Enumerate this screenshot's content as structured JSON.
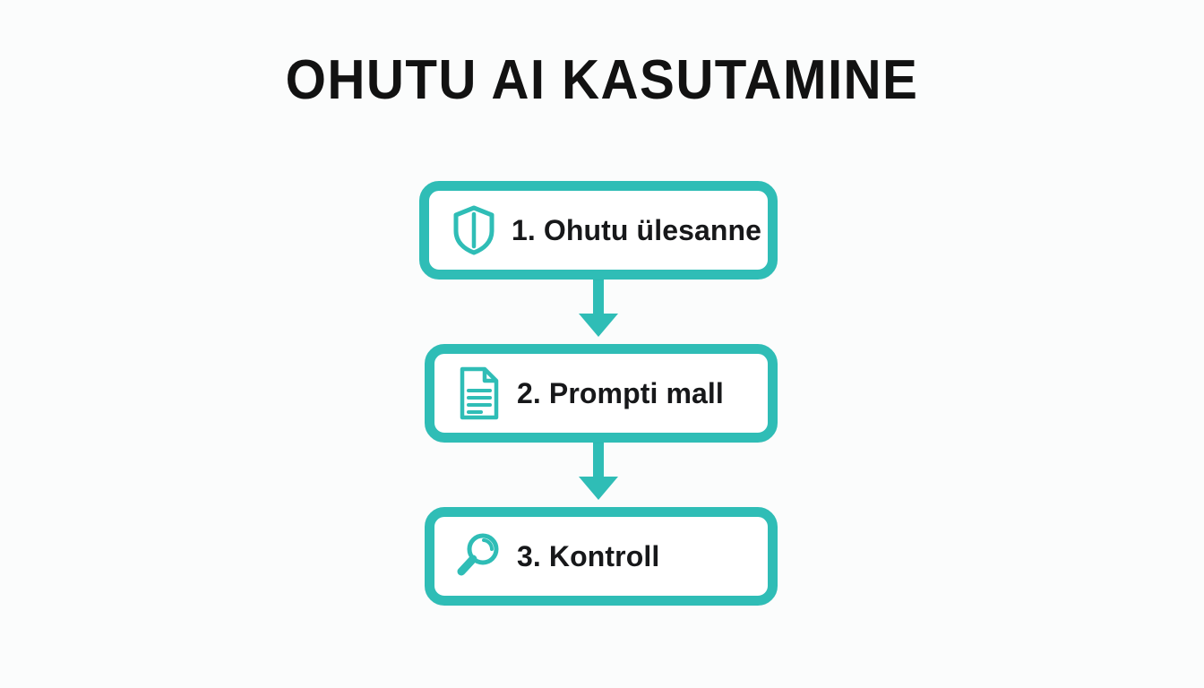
{
  "page": {
    "title": "OHUTU AI KASUTAMINE",
    "background_color": "#fbfcfc",
    "accent_color": "#2fbdb6",
    "text_color": "#17181a"
  },
  "flow": {
    "orientation": "vertical",
    "steps": [
      {
        "number": "1.",
        "label": "1. Ohutu ülesanne",
        "icon": "shield-icon"
      },
      {
        "number": "2.",
        "label": "2. Prompti mall",
        "icon": "document-icon"
      },
      {
        "number": "3.",
        "label": "3. Kontroll",
        "icon": "magnifier-icon"
      }
    ],
    "connectors": [
      {
        "from": "1. Ohutu ülesanne",
        "to": "2. Prompti mall",
        "icon": "arrow-down-icon"
      },
      {
        "from": "2. Prompti mall",
        "to": "3. Kontroll",
        "icon": "arrow-down-icon"
      }
    ]
  }
}
